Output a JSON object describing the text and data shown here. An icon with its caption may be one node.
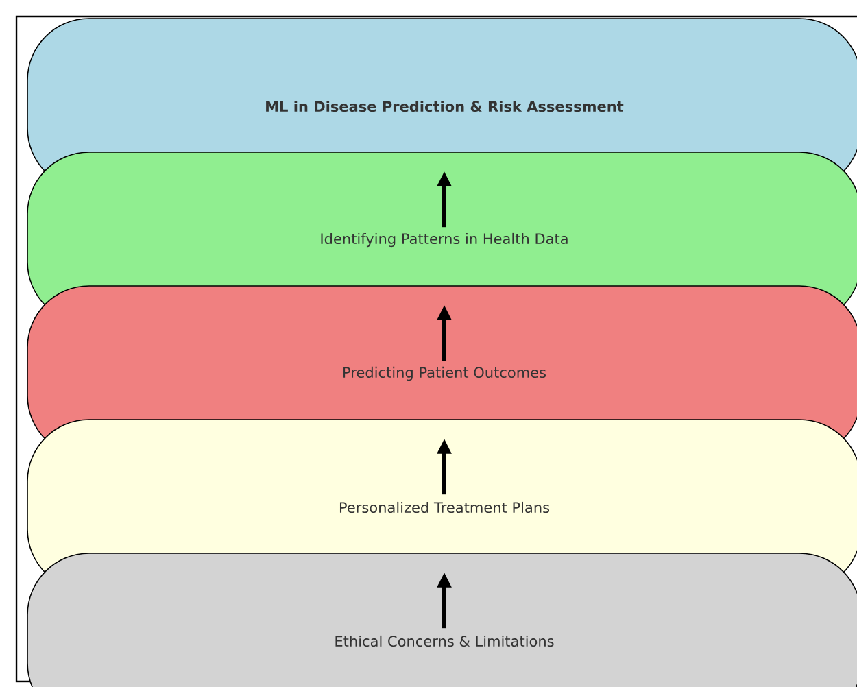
{
  "diagram": {
    "nodes": [
      {
        "text": [
          "ML in Disease Prediction & Risk Assessment"
        ]
      },
      {
        "text": [
          "Identifying Patterns in Health Data"
        ]
      },
      {
        "text": [
          "Predicting Patient Outcomes"
        ]
      },
      {
        "text": [
          "Personalized Treatment Plans"
        ]
      },
      {
        "text": [
          "Ethical Concerns & Limitations"
        ]
      }
    ],
    "edges": [
      {
        "from": 1,
        "to": 0,
        "arrow": "to"
      },
      {
        "from": 2,
        "to": 1,
        "arrow": "to"
      },
      {
        "from": 3,
        "to": 2,
        "arrow": "to"
      },
      {
        "from": 4,
        "to": 3,
        "arrow": "to"
      }
    ]
  }
}
